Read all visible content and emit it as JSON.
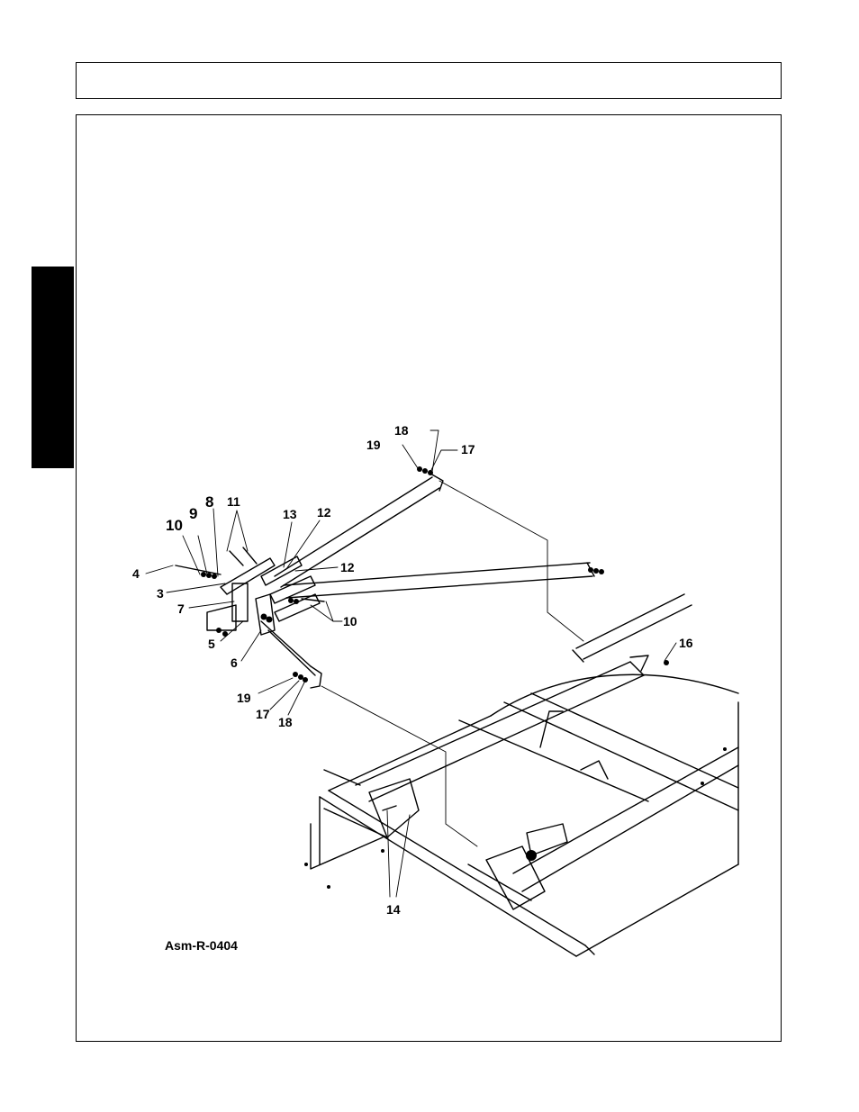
{
  "header": {
    "title": ""
  },
  "figure": {
    "caption": "Asm-R-0404",
    "callouts": [
      "18",
      "19",
      "17",
      "11",
      "8",
      "9",
      "10",
      "13",
      "12",
      "4",
      "12",
      "3",
      "7",
      "10",
      "5",
      "6",
      "16",
      "19",
      "17",
      "18",
      "14"
    ]
  }
}
